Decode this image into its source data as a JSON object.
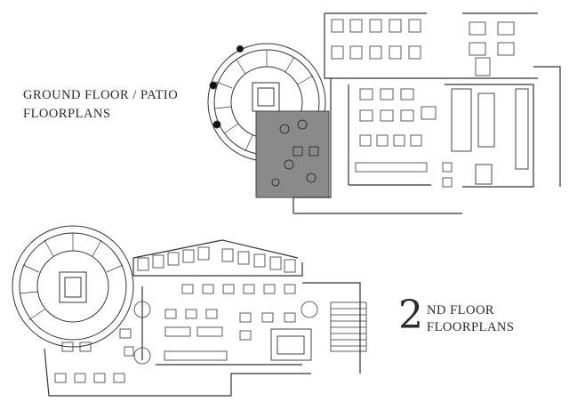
{
  "ground_floor": {
    "title_line1": "GROUND FLOOR / PATIO",
    "title_line2": "FLOORPLANS"
  },
  "second_floor": {
    "number": "2",
    "title_line1": "ND FLOOR",
    "title_line2": "FLOORPLANS"
  },
  "colors": {
    "line": "#333333",
    "highlight": "#8a8a8a",
    "background": "#ffffff"
  }
}
